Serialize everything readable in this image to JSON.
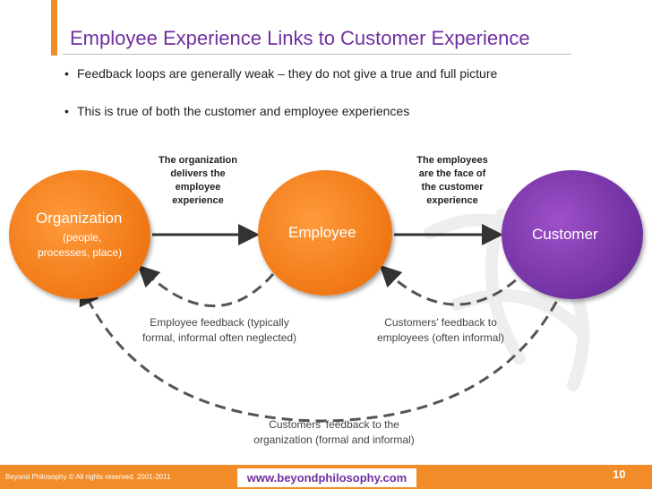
{
  "title": "Employee Experience Links to Customer Experience",
  "bullets": [
    "Feedback loops are generally weak – they do not give a true and full picture",
    "This is true of both the customer and employee experiences"
  ],
  "nodes": {
    "organization": {
      "title": "Organization",
      "sub_line1": "(people,",
      "sub_line2": "processes, place)"
    },
    "employee": {
      "title": "Employee"
    },
    "customer": {
      "title": "Customer"
    }
  },
  "callouts": {
    "org_to_emp": [
      "The organization",
      "delivers the",
      "employee",
      "experience"
    ],
    "emp_to_cust": [
      "The employees",
      "are the face of",
      "the customer",
      "experience"
    ]
  },
  "feedback": {
    "emp_to_org": [
      "Employee feedback (typically",
      "formal, informal often neglected)"
    ],
    "cust_to_emp": [
      "Customers’ feedback to",
      "employees (often informal)"
    ],
    "cust_to_org": [
      "Customers’ feedback to the",
      "organization (formal and informal)"
    ]
  },
  "footer": {
    "copyright": "Beyond Philosophy © All rights reserved. 2001-2011",
    "url": "www.beyondphilosophy.com",
    "page": "10"
  },
  "colors": {
    "accent_orange": "#F28C28",
    "purple": "#7030A0",
    "node_orange": "#F07814"
  }
}
